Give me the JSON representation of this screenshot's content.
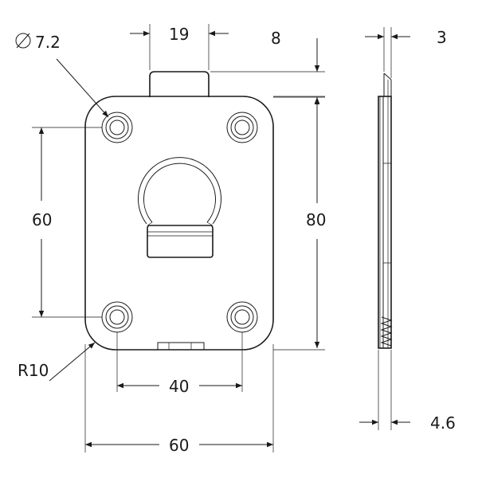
{
  "drawing": {
    "dimensions": {
      "hole_diameter": "7.2",
      "tab_width": "19",
      "tab_height": "8",
      "side_top_thickness": "3",
      "hole_spacing_vertical": "60",
      "plate_height": "80",
      "corner_radius": "R10",
      "hole_spacing_horizontal": "40",
      "plate_width": "60",
      "side_total_thickness": "4.6"
    },
    "diameter_symbol": "∅"
  }
}
